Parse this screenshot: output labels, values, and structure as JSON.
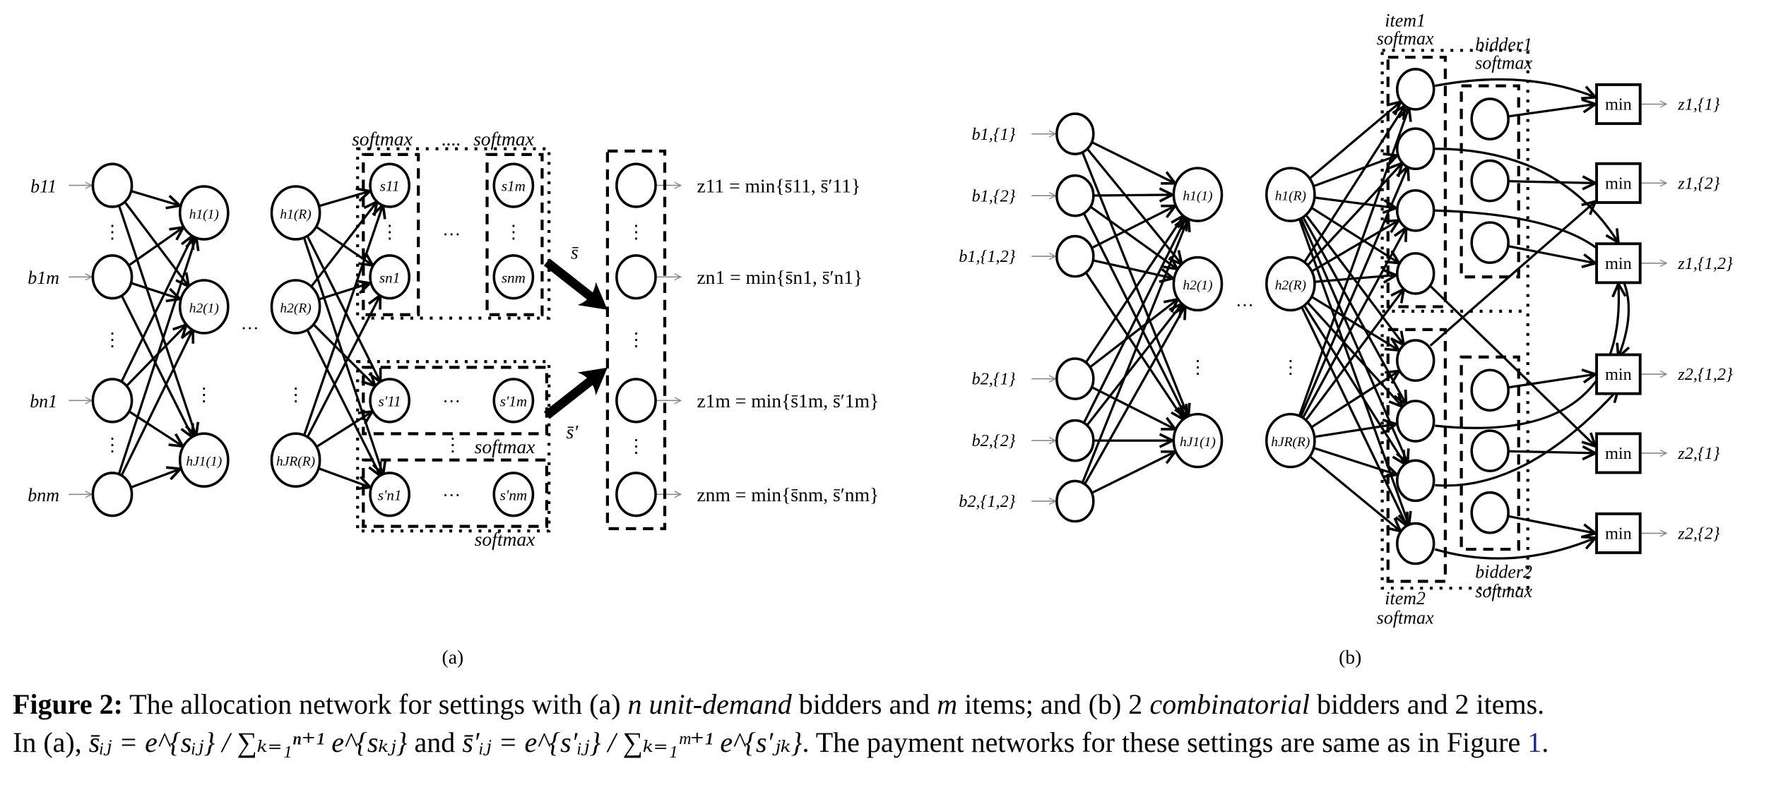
{
  "figure": {
    "panel_a": {
      "label": "(a)",
      "inputs": [
        "b11",
        "b1m",
        "bn1",
        "bnm"
      ],
      "hidden_first": [
        "h1(1)",
        "h2(1)",
        "hJ1(1)"
      ],
      "hidden_last": [
        "h1(R)",
        "h2(R)",
        "hJR(R)"
      ],
      "scores": [
        "s11",
        "sn1",
        "s1m",
        "snm"
      ],
      "scores_prime": [
        "s'11",
        "s'1m",
        "s'n1",
        "s'nm"
      ],
      "softmax_label": "softmax",
      "sbar_label": "s̄",
      "sbar_prime_label": "s̄′",
      "outputs": [
        "z11 = min{s̄11, s̄′11}",
        "zn1 = min{s̄n1, s̄′n1}",
        "z1m = min{s̄1m, s̄′1m}",
        "znm = min{s̄nm, s̄′nm}"
      ],
      "ellipsis_h": "···",
      "ellipsis_v": "⋮"
    },
    "panel_b": {
      "label": "(b)",
      "inputs": [
        "b1,{1}",
        "b1,{2}",
        "b1,{1,2}",
        "b2,{1}",
        "b2,{2}",
        "b2,{1,2}"
      ],
      "hidden_first": [
        "h1(1)",
        "h2(1)",
        "hJ1(1)"
      ],
      "hidden_last": [
        "h1(R)",
        "h2(R)",
        "hJR(R)"
      ],
      "item1_label": [
        "item1",
        "softmax"
      ],
      "item2_label": [
        "item2",
        "softmax"
      ],
      "bidder1_label": [
        "bidder1",
        "softmax"
      ],
      "bidder2_label": [
        "bidder2",
        "softmax"
      ],
      "min_label": "min",
      "outputs": [
        "z1,{1}",
        "z1,{2}",
        "z1,{1,2}",
        "z2,{1,2}",
        "z2,{1}",
        "z2,{2}"
      ],
      "ellipsis_h": "···",
      "ellipsis_v": "⋮"
    }
  },
  "caption": {
    "prefix": "Figure 2:",
    "line1_a": " The allocation network for settings with (a) ",
    "n": "n",
    "unit_demand": "unit-demand",
    "line1_b": " bidders and ",
    "m": "m",
    "line1_c": " items; and (b) 2 ",
    "combinatorial": "combinatorial",
    "line1_d": " bidders and 2 items.",
    "line2_a": "In (a), ",
    "formula1": "s̄ᵢⱼ = e^{sᵢⱼ} / ∑ₖ₌₁ⁿ⁺¹ e^{sₖⱼ}",
    "line2_and": " and ",
    "formula2": "s̄′ᵢⱼ = e^{s′ᵢⱼ} / ∑ₖ₌₁ᵐ⁺¹ e^{s′ⱼₖ}",
    "line2_b": ". The payment networks for these settings are same as in Figure ",
    "figure_ref": "1",
    "line2_end": "."
  }
}
